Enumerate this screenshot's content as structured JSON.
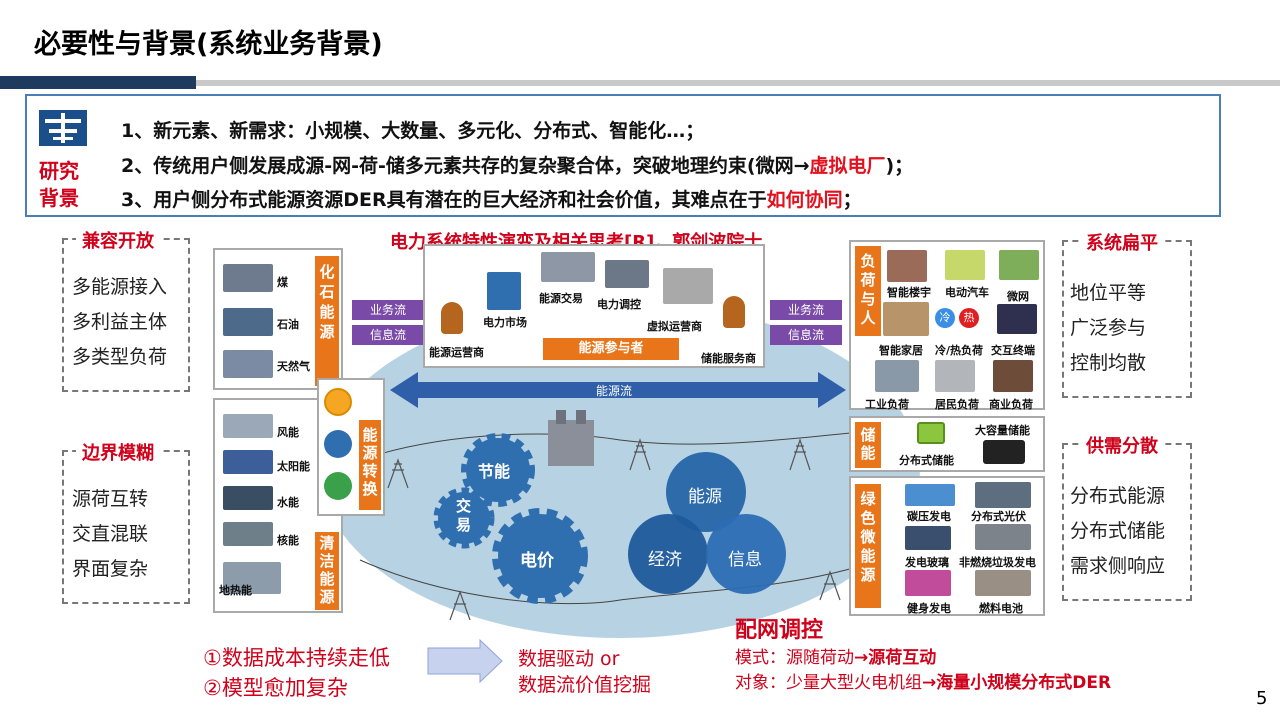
{
  "slide": {
    "title": "必要性与背景(系统业务背景)",
    "page_number": "5"
  },
  "background": {
    "label_line1": "研究",
    "label_line2": "背景",
    "line1": "1、新元素、新需求：小规模、大数量、多元化、分布式、智能化…；",
    "line2_prefix": "2、传统用户侧发展成源-网-荷-储多元素共存的复杂聚合体，突破地理约束(微网→",
    "line2_red": "虚拟电厂",
    "line2_suffix": ")；",
    "line3_prefix": "3、用户侧分布式能源资源DER具有潜在的巨大经济和社会价值，其难点在于",
    "line3_red": "如何协同",
    "line3_suffix": "；"
  },
  "left_boxes": [
    {
      "title": "兼容开放",
      "items": [
        "多能源接入",
        "多利益主体",
        "多类型负荷"
      ]
    },
    {
      "title": "边界模糊",
      "items": [
        "源荷互转",
        "交直混联",
        "界面复杂"
      ]
    }
  ],
  "right_boxes": [
    {
      "title": "系统扁平",
      "items": [
        "地位平等",
        "广泛参与",
        "控制均散"
      ]
    },
    {
      "title": "供需分散",
      "items": [
        "分布式能源",
        "分布式储能",
        "需求侧响应"
      ]
    }
  ],
  "diagram": {
    "center_title": "电力系统特性演变及相关思考[R]，郭剑波院士",
    "fossil_tag": "化石能源",
    "fossil_items": [
      "煤",
      "石油",
      "天然气"
    ],
    "clean_tag": "清洁能源",
    "clean_items": [
      "风能",
      "太阳能",
      "水能",
      "核能",
      "地热能"
    ],
    "conversion_tag": "能源转换",
    "participants": [
      "电力市场",
      "能源交易",
      "电力调控",
      "虚拟运营商",
      "能源运营商",
      "储能服务商"
    ],
    "participants_label": "能源参与者",
    "business_flow": "业务流",
    "info_flow": "信息流",
    "energy_flow": "能源流",
    "gears": [
      "节能",
      "交易",
      "电价"
    ],
    "circles": [
      "能源",
      "经济",
      "信息"
    ],
    "load_tag": "负荷与人",
    "load_items": [
      "智能楼宇",
      "电动汽车",
      "微网",
      "智能家居",
      "冷/热负荷",
      "交互终端",
      "工业负荷",
      "居民负荷",
      "商业负荷"
    ],
    "cold_label": "冷",
    "hot_label": "热",
    "storage_tag": "储能",
    "storage_items": [
      "分布式储能",
      "大容量储能"
    ],
    "green_tag": "绿色微能源",
    "green_items": [
      "碳压发电",
      "分布式光伏",
      "发电玻璃",
      "非燃烧垃圾发电",
      "健身发电",
      "燃料电池"
    ]
  },
  "bottom": {
    "left_line1": "①数据成本持续走低",
    "left_line2": "②模型愈加复杂",
    "mid_line1": "数据驱动 or",
    "mid_line2": "数据流价值挖掘",
    "dist_title": "配网调控",
    "mode_prefix": "模式：源随荷动",
    "mode_bold": "→源荷互动",
    "obj_prefix": "对象：少量大型火电机组",
    "obj_bold": "→海量小规模分布式DER"
  },
  "colors": {
    "accent_red": "#d0021b",
    "orange_tag": "#e8751a",
    "purple_pill": "#7a4aa8",
    "ellipse": "#b7d3e3",
    "gear": "#2f6fb0",
    "title_bar": "#1f3a5f"
  }
}
